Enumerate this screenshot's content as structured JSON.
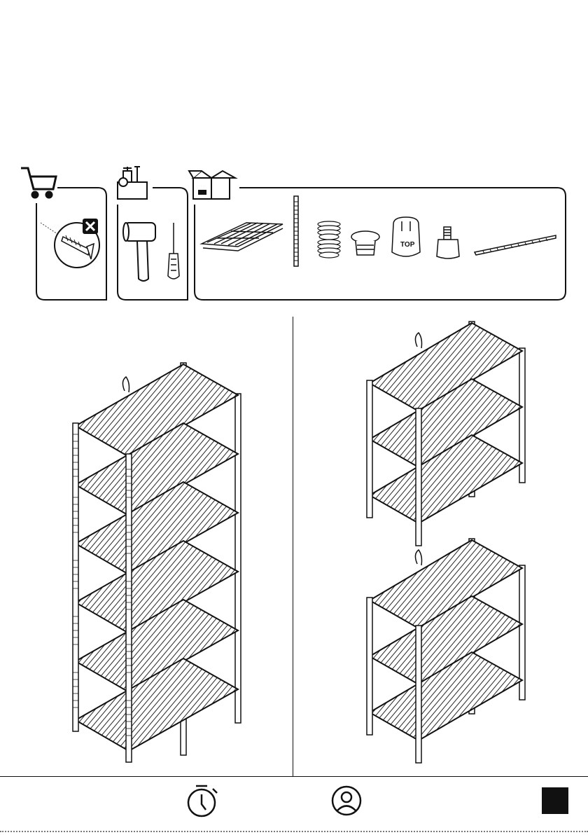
{
  "sections": {
    "not_included": {
      "icon": "shopping-cart-icon",
      "note_icon": "no-screws-icon"
    },
    "tools_required": {
      "icon": "toolbox-icon",
      "tools": [
        "mallet-icon",
        "screwdriver-icon"
      ]
    },
    "box_contents": {
      "icon": "open-box-icon",
      "parts": [
        "wire-shelf-icon",
        "pole-icon",
        "sleeve-clip-icon",
        "foot-cap-icon",
        "top-connector-icon",
        "leveling-foot-icon",
        "zip-tie-icon"
      ],
      "connector_text": "TOP"
    }
  },
  "configurations": {
    "left": {
      "shelves": 6,
      "label": "tall-rack"
    },
    "right_top": {
      "shelves": 3,
      "label": "short-rack-a"
    },
    "right_bottom": {
      "shelves": 3,
      "label": "short-rack-b"
    }
  },
  "footer": {
    "icons": [
      "timer-icon",
      "person-icon",
      "page-block-icon"
    ]
  }
}
